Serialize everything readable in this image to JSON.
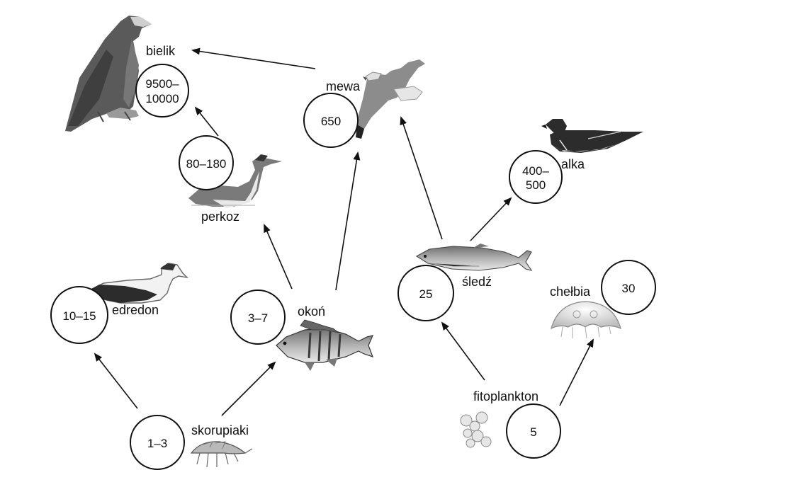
{
  "nodes": {
    "bielik": {
      "name": "bielik",
      "value_line1": "9500–",
      "value_line2": "10000"
    },
    "mewa": {
      "name": "mewa",
      "value": "650"
    },
    "perkoz": {
      "name": "perkoz",
      "value": "80–180"
    },
    "alka": {
      "name": "alka",
      "value_line1": "400–",
      "value_line2": "500"
    },
    "edredon": {
      "name": "edredon",
      "value": "10–15"
    },
    "okon": {
      "name": "okoń",
      "value": "3–7"
    },
    "sledz": {
      "name": "śledź",
      "value": "25"
    },
    "chelbia": {
      "name": "chełbia",
      "value": "30"
    },
    "skorupiaki": {
      "name": "skorupiaki",
      "value": "1–3"
    },
    "fitoplankton": {
      "name": "fitoplankton",
      "value": "5"
    }
  },
  "links": [
    {
      "from": "mewa",
      "to": "bielik"
    },
    {
      "from": "perkoz",
      "to": "bielik"
    },
    {
      "from": "okon",
      "to": "perkoz"
    },
    {
      "from": "okon",
      "to": "mewa"
    },
    {
      "from": "sledz",
      "to": "mewa"
    },
    {
      "from": "sledz",
      "to": "alka"
    },
    {
      "from": "skorupiaki",
      "to": "edredon"
    },
    {
      "from": "skorupiaki",
      "to": "okon"
    },
    {
      "from": "fitoplankton",
      "to": "sledz"
    },
    {
      "from": "fitoplankton",
      "to": "chelbia"
    }
  ],
  "icons": {
    "bielik": "eagle-icon",
    "mewa": "gull-icon",
    "perkoz": "grebe-icon",
    "alka": "razorbill-icon",
    "edredon": "eider-icon",
    "okon": "perch-icon",
    "sledz": "herring-icon",
    "chelbia": "jellyfish-icon",
    "skorupiaki": "crustacean-icon",
    "fitoplankton": "phytoplankton-icon"
  }
}
